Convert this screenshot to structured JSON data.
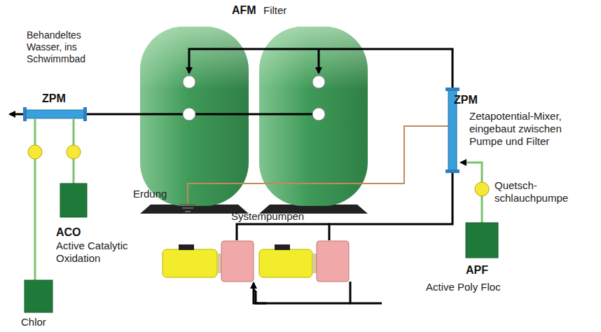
{
  "diagram": {
    "labels": [
      "AFM",
      "Filter",
      "Behandeltes Wasser, ins Schwimmbad",
      "ZPM",
      "ZPM",
      "Zetapotential-Mixer, eingebaut zwischen Pumpe und Filter",
      "Erdung",
      "Systempumpen",
      "Quetsch- schlauchpumpe",
      "APF",
      "Active Poly Floc",
      "ACO",
      "Active Catalytic Oxidation",
      "Chlor"
    ]
  }
}
